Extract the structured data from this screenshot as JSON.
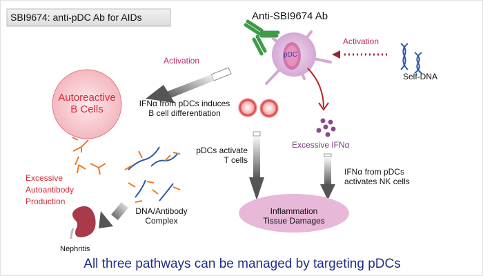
{
  "title": "SBI9674: anti-pDC Ab for AIDs",
  "antibody_label": "Anti-SBI9674 Ab",
  "pdc_label": "pDC",
  "self_dna_label": "Self-DNA",
  "activation_right": "Activation",
  "activation_left": "Activation",
  "b_cells_label": [
    "Autoreactive",
    "B Cells"
  ],
  "ifn_b_cell_text": [
    "IFNα  from pDCs induces",
    "B cell differentiation"
  ],
  "t_cells_text": [
    "pDCs activate",
    "T cells"
  ],
  "excessive_ifn": "Excessive IFNα",
  "nk_text": [
    "IFNα  from pDCs",
    "activates NK cells"
  ],
  "inflammation_label": [
    "Inflammation",
    "Tissue Damages"
  ],
  "autoantibody_text": [
    "Excessive",
    "Autoantibody",
    "Production"
  ],
  "complex_label": [
    "DNA/Antibody",
    "Complex"
  ],
  "nephritis_label": "Nephritis",
  "footer": "All three pathways can be managed by targeting pDCs",
  "colors": {
    "activation": "#c8286e",
    "b_cell_text": "#d42a38",
    "ifn_purple": "#7a3a7a",
    "footer_blue": "#1c2f8c",
    "antibody_green": "#3f9a4a",
    "antibody_orange": "#f07a20"
  }
}
